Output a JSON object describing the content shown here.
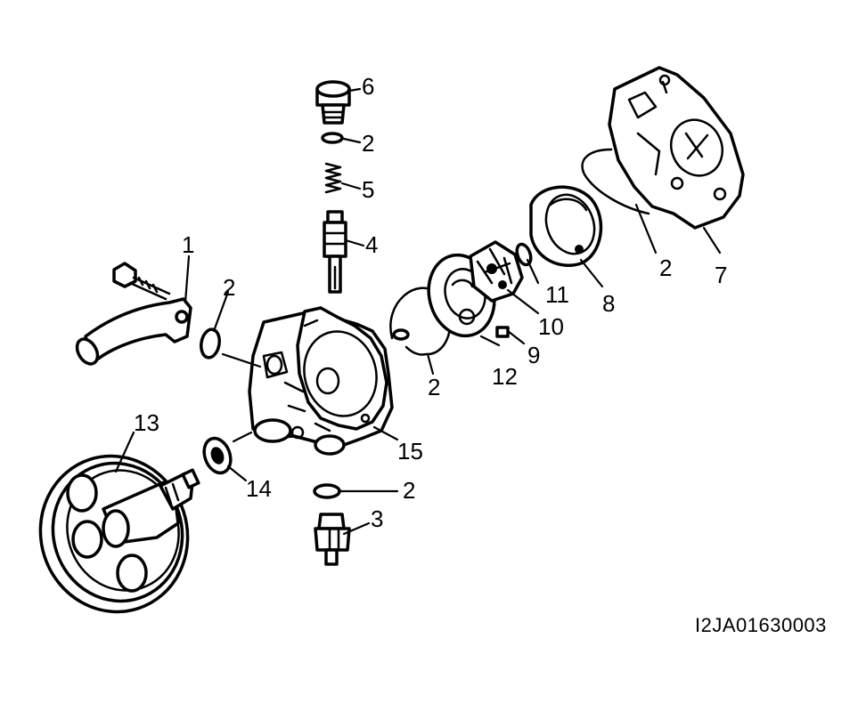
{
  "figure_code": "I2JA01630003",
  "callouts": {
    "c1": "1",
    "c2a": "2",
    "c2b": "2",
    "c2c": "2",
    "c2d": "2",
    "c2e": "2",
    "c3": "3",
    "c4": "4",
    "c5": "5",
    "c6": "6",
    "c7": "7",
    "c8": "8",
    "c9": "9",
    "c10": "10",
    "c11": "11",
    "c12": "12",
    "c13": "13",
    "c14": "14",
    "c15": "15"
  }
}
